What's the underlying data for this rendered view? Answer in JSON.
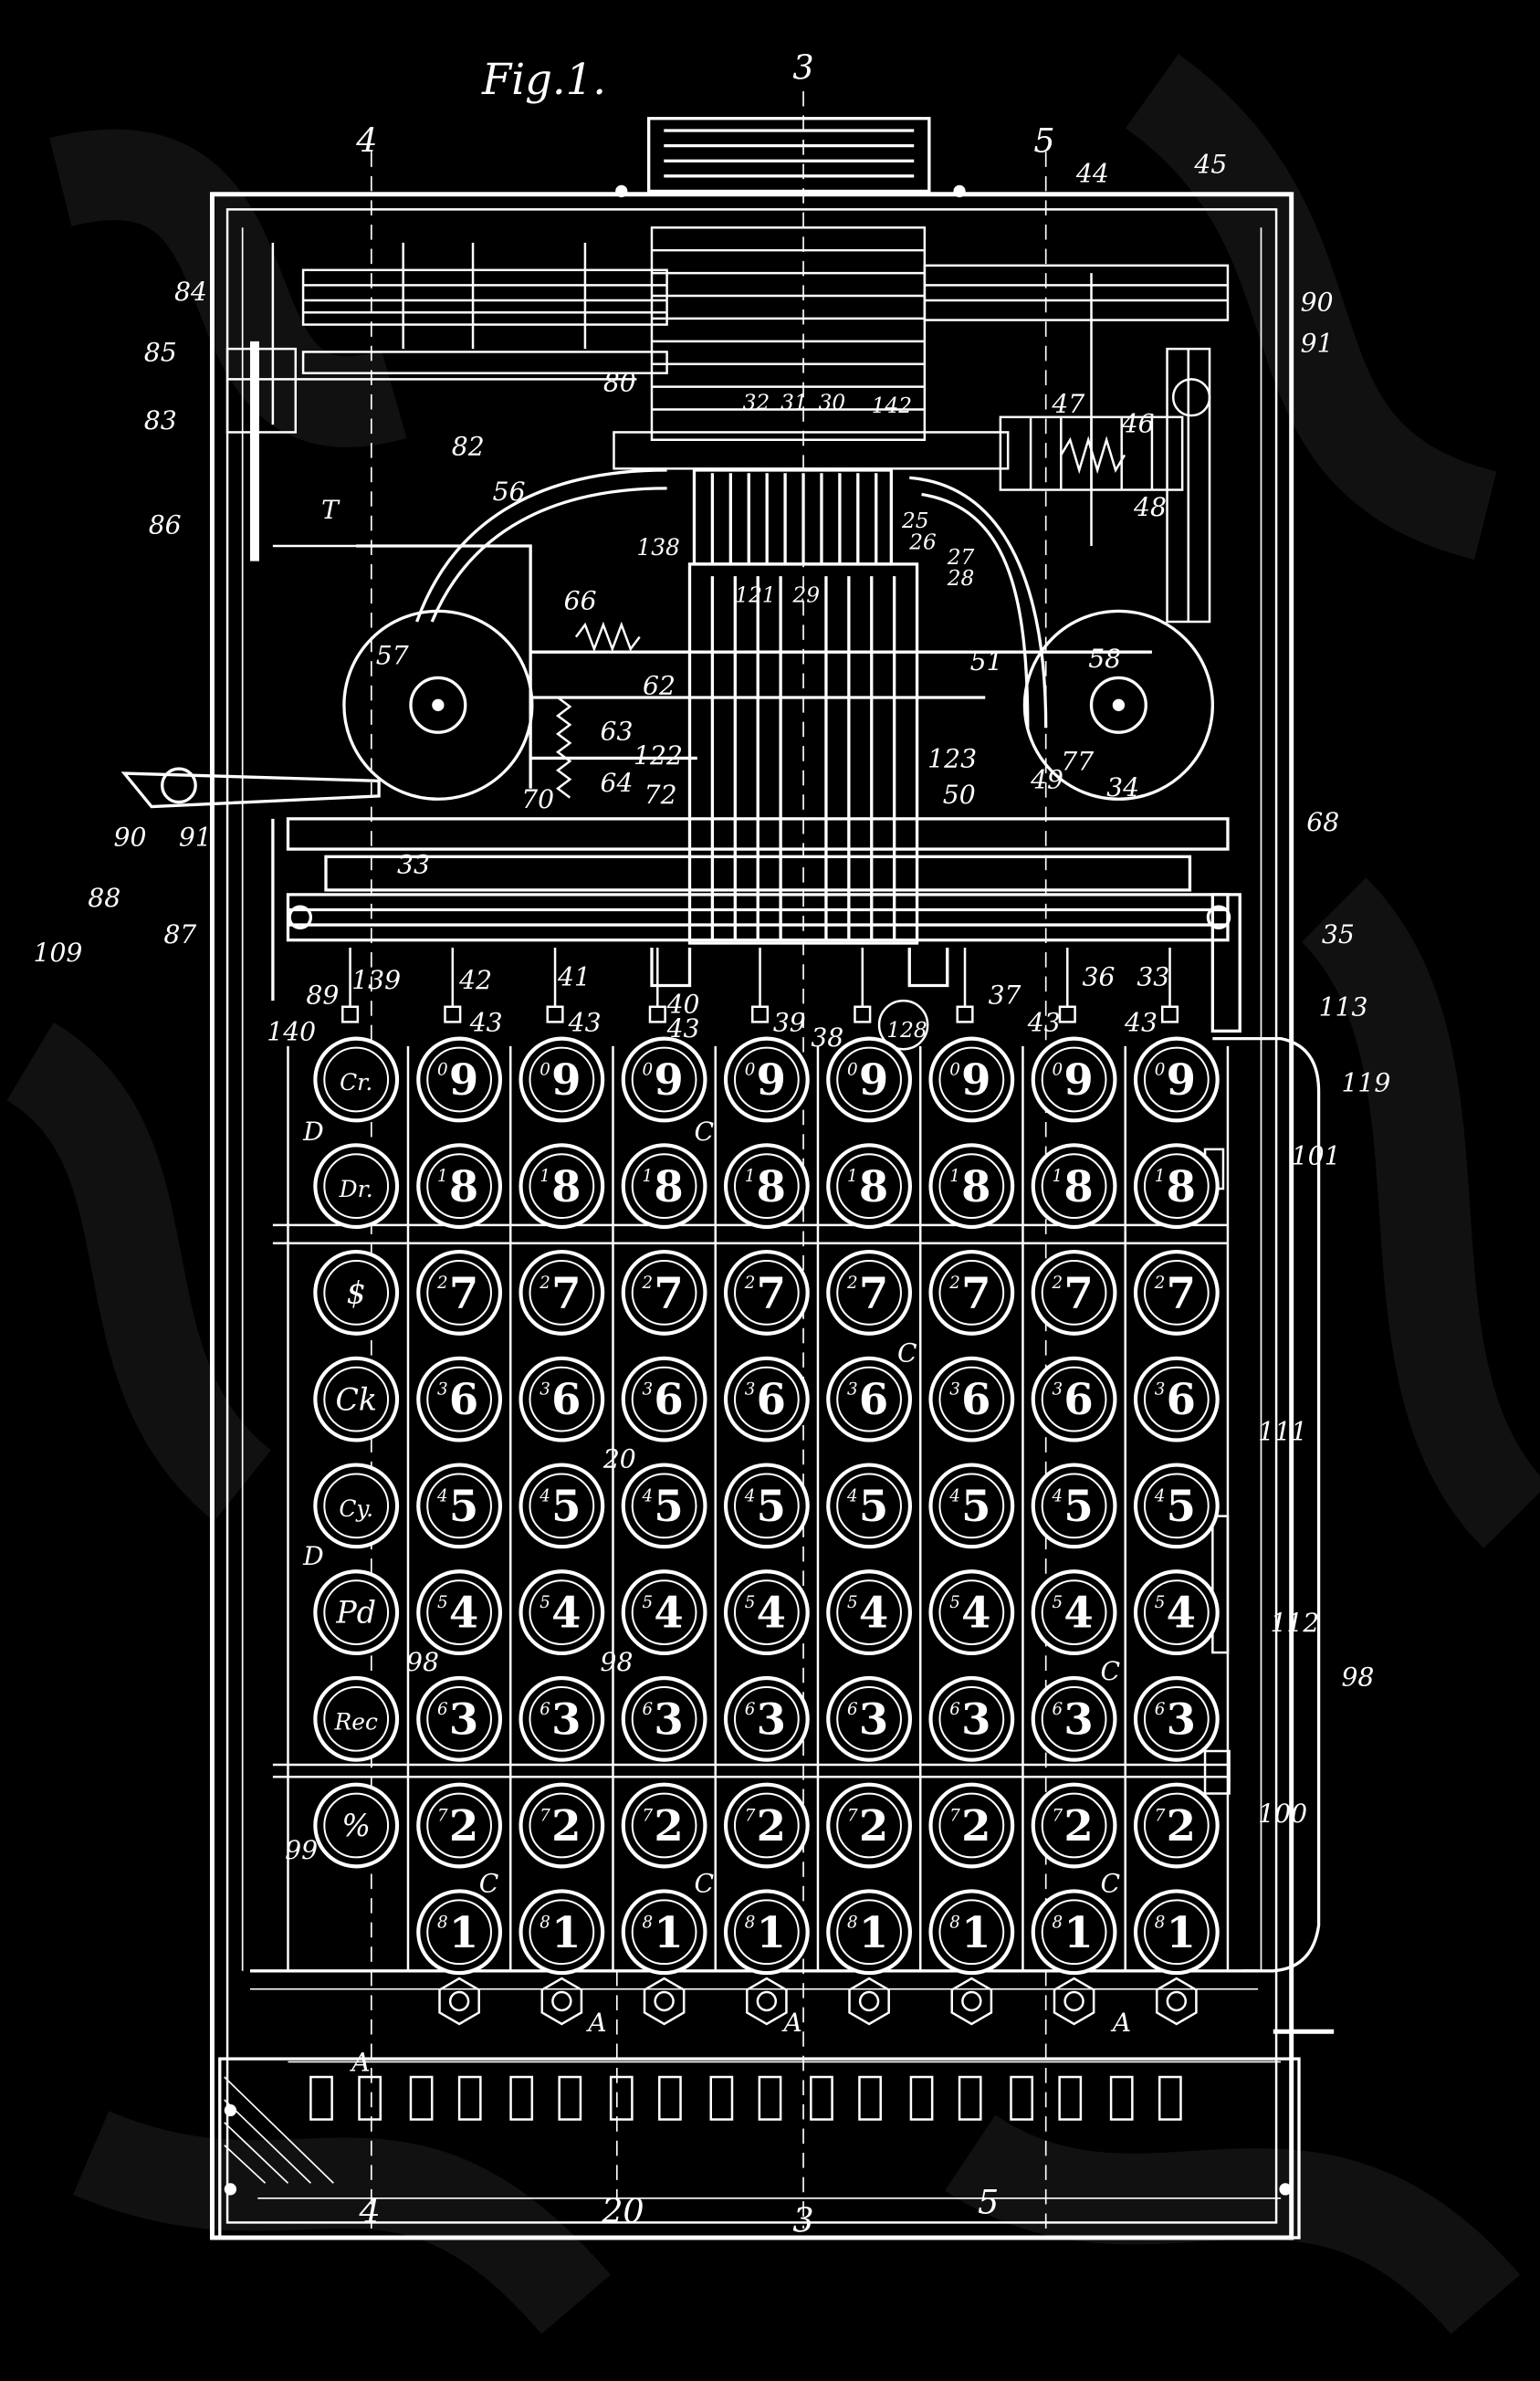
{
  "figure": {
    "title": "Fig.1.",
    "section_marks": {
      "top": [
        "4",
        "3",
        "5"
      ],
      "bottom": [
        "4",
        "20",
        "3",
        "5"
      ]
    }
  },
  "function_keys": [
    "Cr.",
    "Dr.",
    "$",
    "Ck",
    "Cy.",
    "Pd",
    "Rec",
    "%"
  ],
  "key_digits": [
    "9",
    "8",
    "7",
    "6",
    "5",
    "4",
    "3",
    "2",
    "1"
  ],
  "key_sub_digits": [
    "0",
    "1",
    "2",
    "3",
    "4",
    "5",
    "6",
    "7",
    "8"
  ],
  "column_count": 8,
  "row_letters": {
    "C": "C",
    "D": "D",
    "A": "A",
    "T": "T"
  },
  "callouts": {
    "upper_left": [
      "84",
      "85",
      "83",
      "86",
      "T"
    ],
    "upper_right": [
      "44",
      "45",
      "90",
      "91",
      "47",
      "46",
      "48"
    ],
    "center_top": [
      "80",
      "82",
      "32",
      "31",
      "30",
      "142",
      "25",
      "26",
      "27",
      "28",
      "138",
      "121",
      "29"
    ],
    "rolls": [
      "56",
      "57",
      "58",
      "51",
      "66",
      "62",
      "63",
      "64",
      "70",
      "72",
      "122",
      "123",
      "77",
      "34",
      "49",
      "50"
    ],
    "lever": [
      "90",
      "91"
    ],
    "carriage_left": [
      "88",
      "109",
      "87",
      "33"
    ],
    "carriage_right": [
      "68",
      "35",
      "36",
      "33",
      "113",
      "119"
    ],
    "stops": [
      "42",
      "43",
      "41",
      "43",
      "40",
      "43",
      "39",
      "38",
      "37",
      "43",
      "43",
      "139",
      "89",
      "140",
      "128"
    ],
    "keyboard": [
      "101",
      "111",
      "112",
      "98",
      "98",
      "98",
      "100",
      "99",
      "20",
      "C",
      "D"
    ]
  }
}
